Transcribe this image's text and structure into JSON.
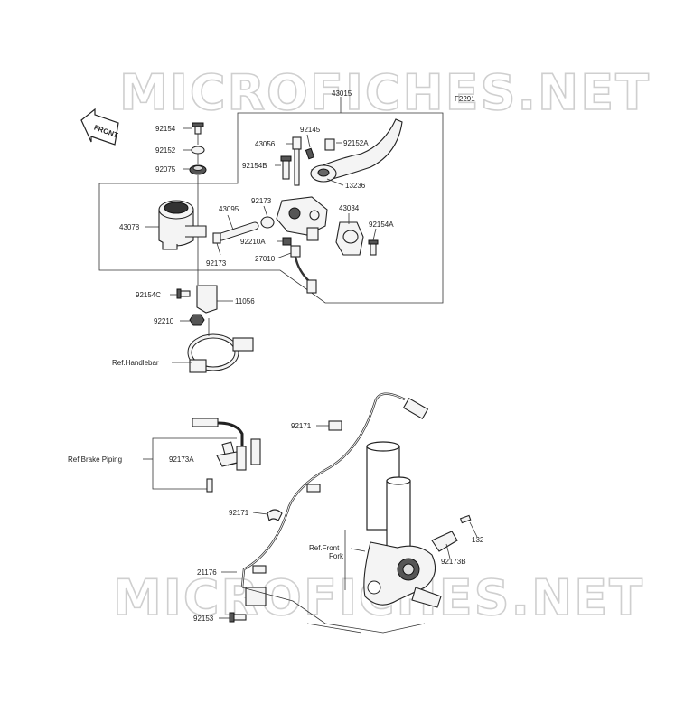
{
  "watermark": {
    "text": "MICROFICHES.NET"
  },
  "figure_code": "F2291",
  "front_arrow": "FRONT",
  "refs": {
    "handlebar": "Ref.Handlebar",
    "brake_piping": "Ref.Brake Piping",
    "front_fork_1": "Ref.Front",
    "front_fork_2": "Fork"
  },
  "parts": {
    "p43015": "43015",
    "p92154": "92154",
    "p92152": "92152",
    "p92075": "92075",
    "p43078": "43078",
    "p43095": "43095",
    "p92173a": "92173",
    "p92173b": "92173",
    "p92145": "92145",
    "p92152a": "92152A",
    "p43056": "43056",
    "p92154b": "92154B",
    "p13236": "13236",
    "p43034": "43034",
    "p92154a": "92154A",
    "p92210a": "92210A",
    "p27010": "27010",
    "p92154c": "92154C",
    "p11056": "11056",
    "p92210": "92210",
    "p92171a": "92171",
    "p92171b": "92171",
    "p92173a_2": "92173A",
    "p21176": "21176",
    "p92153": "92153",
    "p92173b_2": "92173B",
    "p132": "132"
  }
}
